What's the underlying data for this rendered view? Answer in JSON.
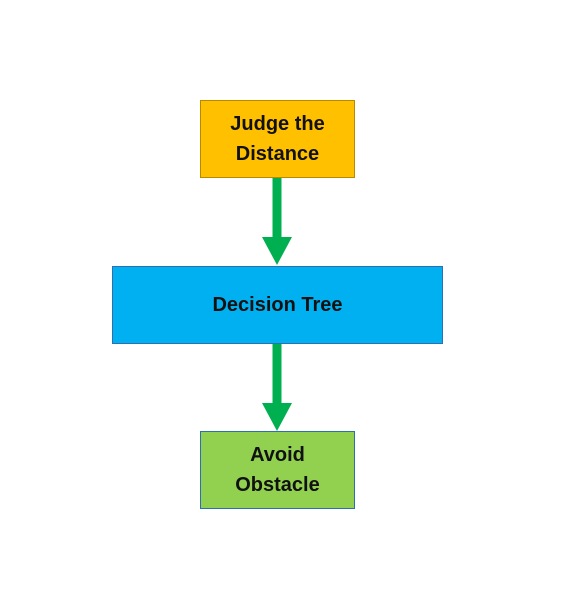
{
  "nodes": {
    "judge": {
      "label": "Judge the\nDistance",
      "color": "#FFC000"
    },
    "tree": {
      "label": "Decision Tree",
      "color": "#00B0F0"
    },
    "avoid": {
      "label": "Avoid\nObstacle",
      "color": "#92D050"
    }
  },
  "edges": [
    {
      "from": "judge",
      "to": "tree"
    },
    {
      "from": "tree",
      "to": "avoid"
    }
  ],
  "arrow_color": "#00B050"
}
